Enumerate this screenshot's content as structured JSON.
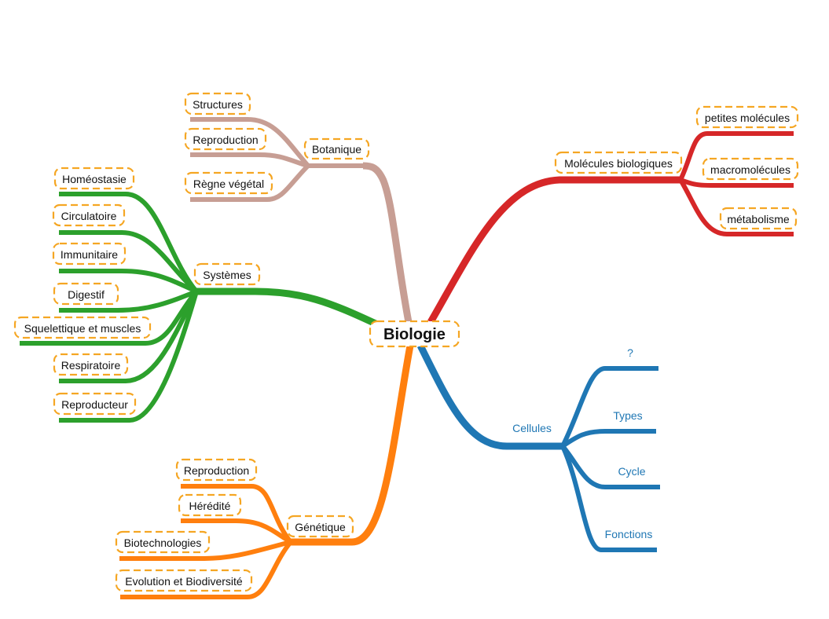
{
  "root": {
    "label": "Biologie"
  },
  "colors": {
    "botanique": "#c79e94",
    "molecules": "#d62728",
    "systemes": "#2ca02c",
    "cellules": "#1f77b4",
    "genetique": "#ff7f0e",
    "box_border": "#f5a623"
  },
  "botanique": {
    "label": "Botanique",
    "children": [
      "Structures",
      "Reproduction",
      "Règne végétal"
    ]
  },
  "molecules": {
    "label": "Molécules biologiques",
    "children": [
      "petites molécules",
      "macromolécules",
      "métabolisme"
    ]
  },
  "systemes": {
    "label": "Systèmes",
    "children": [
      "Homéostasie",
      "Circulatoire",
      "Immunitaire",
      "Digestif",
      "Squelettique et muscles",
      "Respiratoire",
      "Reproducteur"
    ]
  },
  "cellules": {
    "label": "Cellules",
    "children": [
      "?",
      "Types",
      "Cycle",
      "Fonctions"
    ]
  },
  "genetique": {
    "label": "Génétique",
    "children": [
      "Reproduction",
      "Hérédité",
      "Biotechnologies",
      "Evolution et Biodiversité"
    ]
  }
}
